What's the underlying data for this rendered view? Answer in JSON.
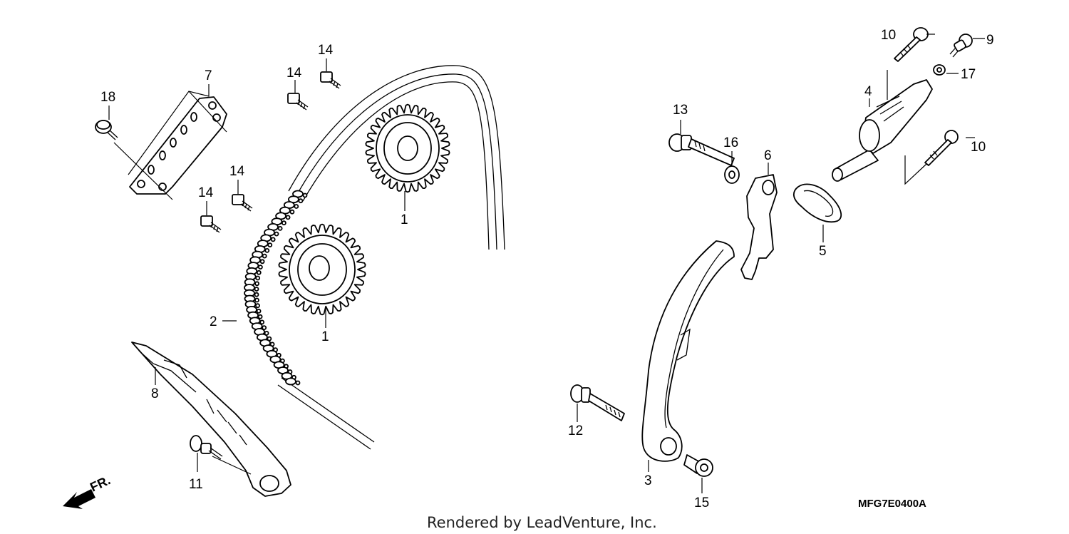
{
  "callouts": {
    "c1a": "1",
    "c1b": "1",
    "c2": "2",
    "c3": "3",
    "c4": "4",
    "c5": "5",
    "c6": "6",
    "c7": "7",
    "c8": "8",
    "c9": "9",
    "c10a": "10",
    "c10b": "10",
    "c11": "11",
    "c12": "12",
    "c13": "13",
    "c14a": "14",
    "c14b": "14",
    "c14c": "14",
    "c14d": "14",
    "c15": "15",
    "c16": "16",
    "c17": "17",
    "c18": "18"
  },
  "direction_label": "FR.",
  "diagram_code": "MFG7E0400A",
  "credit": "Rendered by LeadVenture, Inc."
}
